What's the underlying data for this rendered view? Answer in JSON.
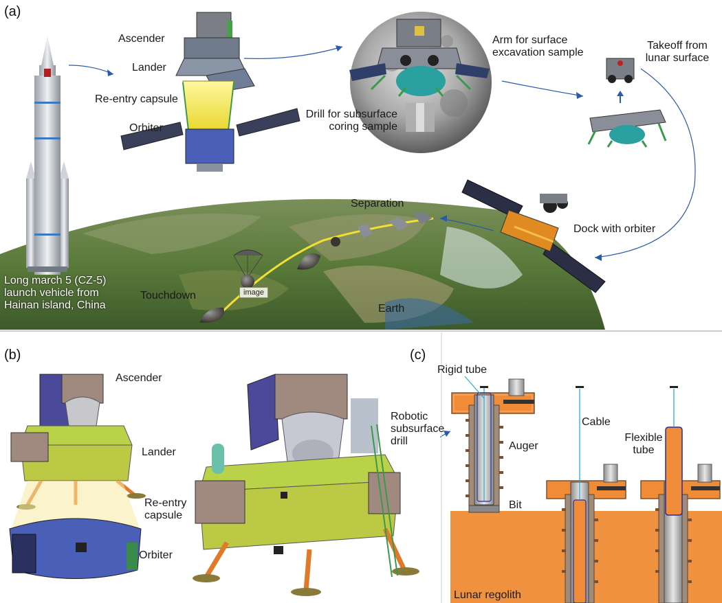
{
  "panels": {
    "a": "(a)",
    "b": "(b)",
    "c": "(c)"
  },
  "labels_a": {
    "ascender": "Ascender",
    "lander": "Lander",
    "reentry": "Re-entry capsule",
    "orbiter": "Orbiter",
    "arm": "Arm for surface\nexcavation sample",
    "drill": "Drill for subsurface\ncoring sample",
    "takeoff": "Takeoff from\nlunar surface",
    "separation": "Separation",
    "dock": "Dock with orbiter",
    "launch": "Long march 5 (CZ-5)\nlaunch vehicle from\nHainan island, China",
    "touchdown": "Touchdown",
    "earth": "Earth",
    "image_tag": "image"
  },
  "labels_b": {
    "ascender": "Ascender",
    "lander": "Lander",
    "reentry": "Re-entry\ncapsule",
    "orbiter": "Orbiter",
    "drill": "Robotic\nsubsurface\ndrill"
  },
  "labels_c": {
    "rigid_tube": "Rigid tube",
    "auger": "Auger",
    "bit": "Bit",
    "cable": "Cable",
    "flexible_tube": "Flexible\ntube",
    "regolith": "Lunar regolith"
  },
  "colors": {
    "regolith": "#f0913f",
    "orange_tube": "#f08c38",
    "cable": "#1aa3d9",
    "earth_green": "#5b7f3a",
    "space": "#ffffff",
    "lander_yellow": "#c9d94a",
    "ascender_purple": "#4b4a9a",
    "orbiter_blue": "#4a5fb8"
  }
}
